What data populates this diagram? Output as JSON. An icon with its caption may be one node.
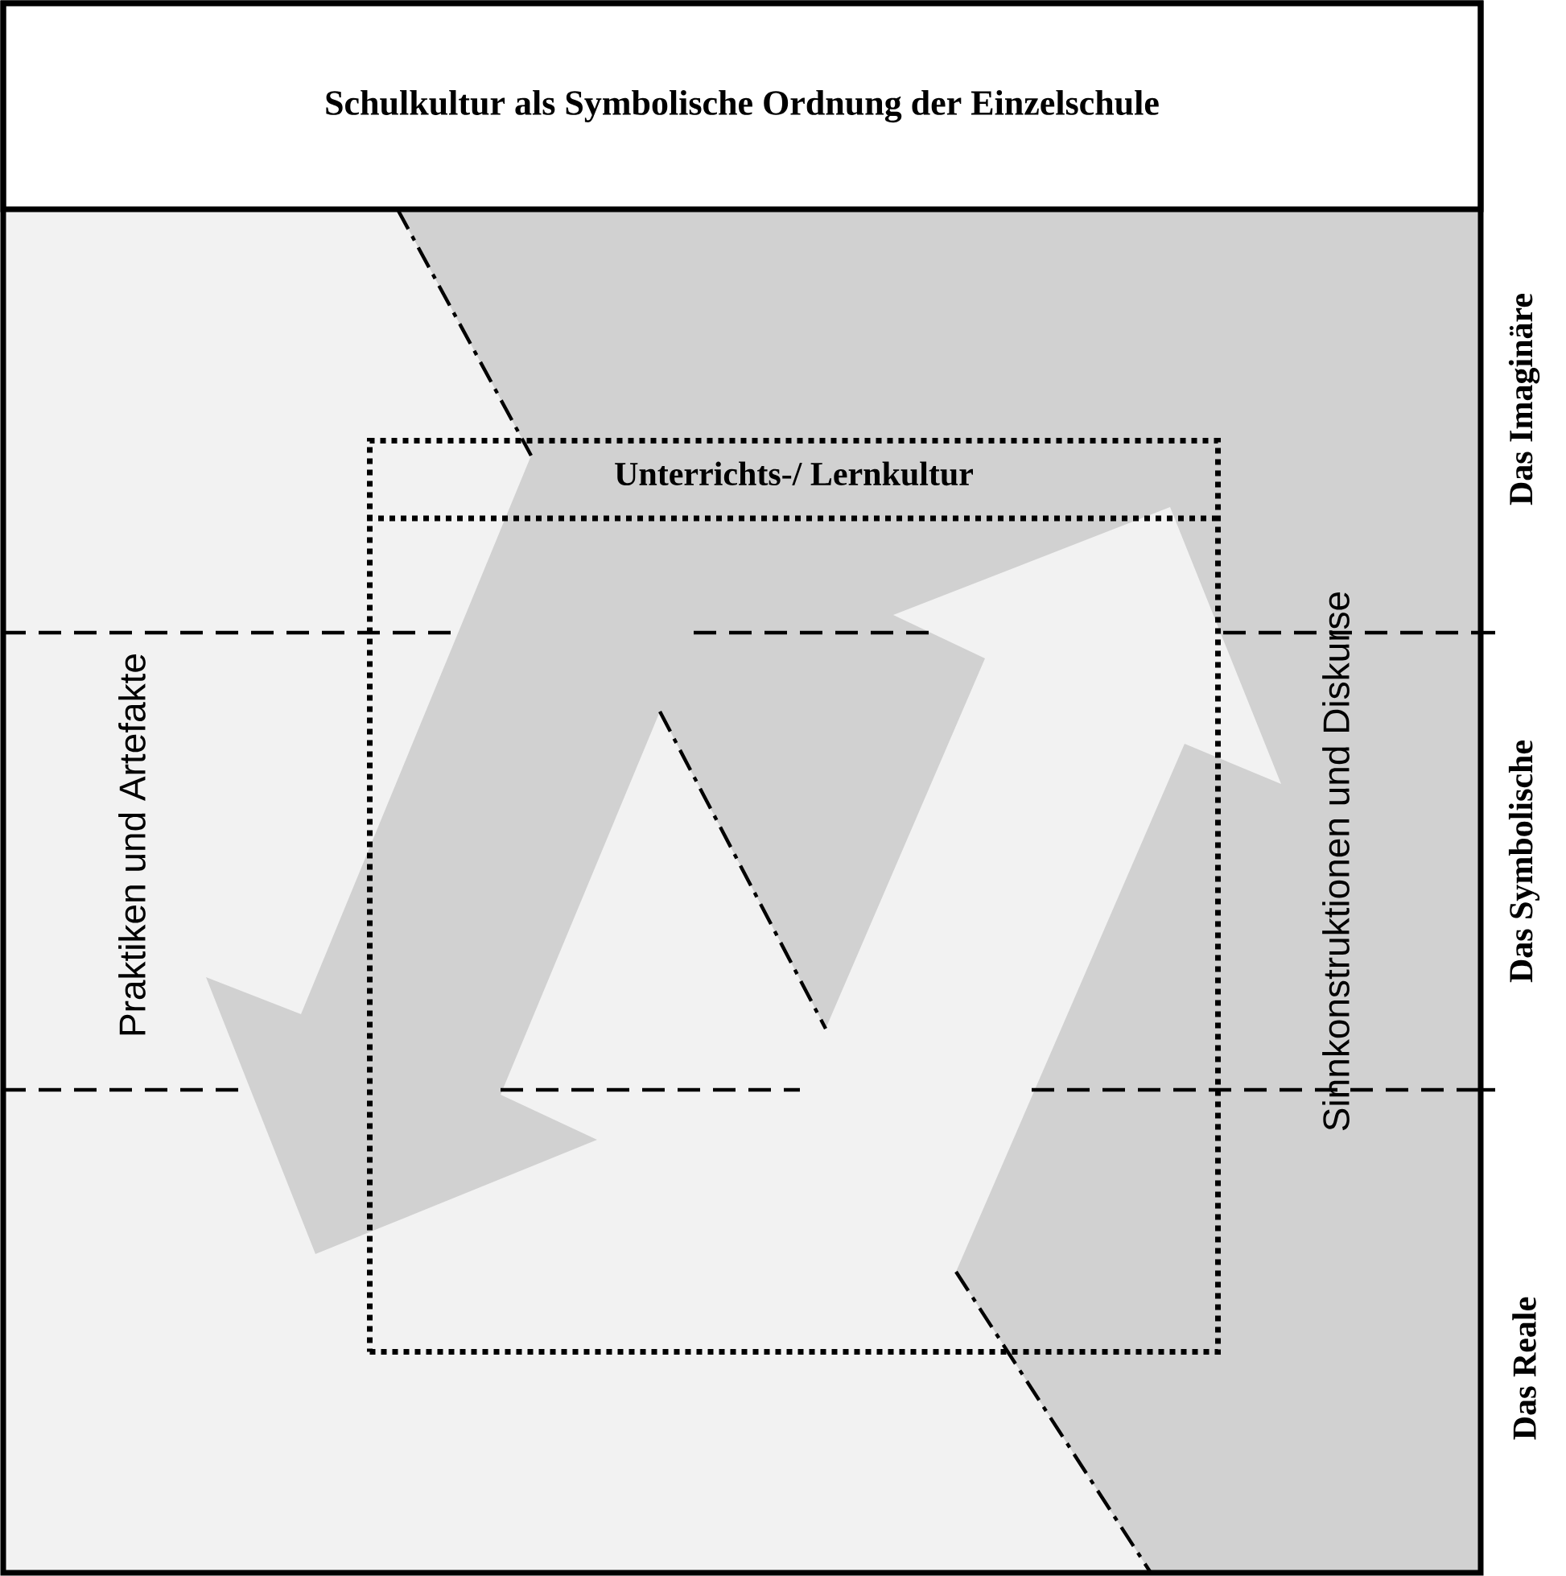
{
  "diagram": {
    "nodes": [
      {
        "text": [
          "Schulkultur als Symbolische Ordnung der Einzelschule"
        ]
      },
      {
        "text": [
          "Unterrichts-/ Lernkultur"
        ]
      }
    ],
    "labels": [
      "Praktiken und Artefakte",
      "Sinnkonstruktionen und Diskurse",
      "Das Imaginäre",
      "Das Symbolische",
      "Das Reale"
    ]
  }
}
